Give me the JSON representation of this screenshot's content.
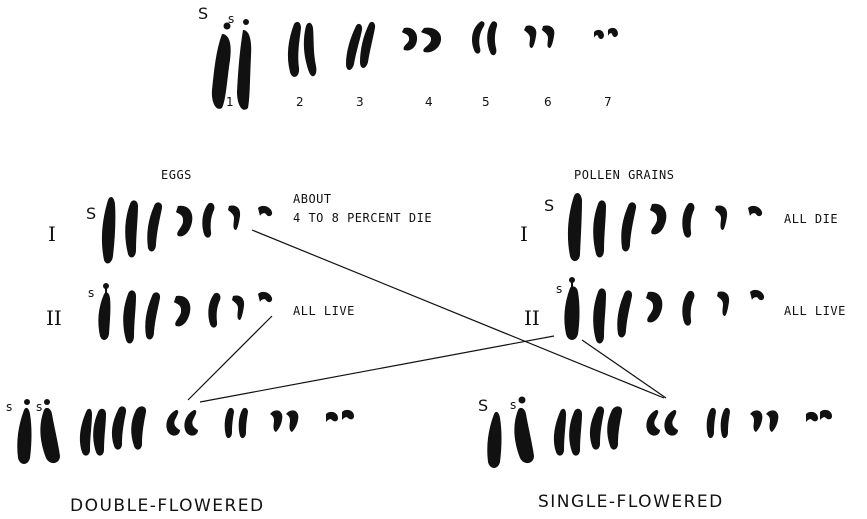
{
  "top_karyotype": {
    "sat_big": "S",
    "sat_small": "s",
    "numbers": [
      "1",
      "2",
      "3",
      "4",
      "5",
      "6",
      "7"
    ]
  },
  "eggs": {
    "header": "EGGS",
    "row1": {
      "roman": "I",
      "sat": "S",
      "note_line1": "ABOUT",
      "note_line2": "4 TO 8 PERCENT DIE"
    },
    "row2": {
      "roman": "II",
      "sat": "s",
      "note": "ALL LIVE"
    }
  },
  "pollen": {
    "header": "POLLEN GRAINS",
    "row1": {
      "roman": "I",
      "sat": "S",
      "note": "ALL DIE"
    },
    "row2": {
      "roman": "II",
      "sat": "s",
      "note": "ALL LIVE"
    }
  },
  "double": {
    "sat_big": "s",
    "sat_small": "s",
    "label": "DOUBLE-FLOWERED"
  },
  "single": {
    "sat_big": "S",
    "sat_small": "s",
    "label": "SINGLE-FLOWERED"
  }
}
